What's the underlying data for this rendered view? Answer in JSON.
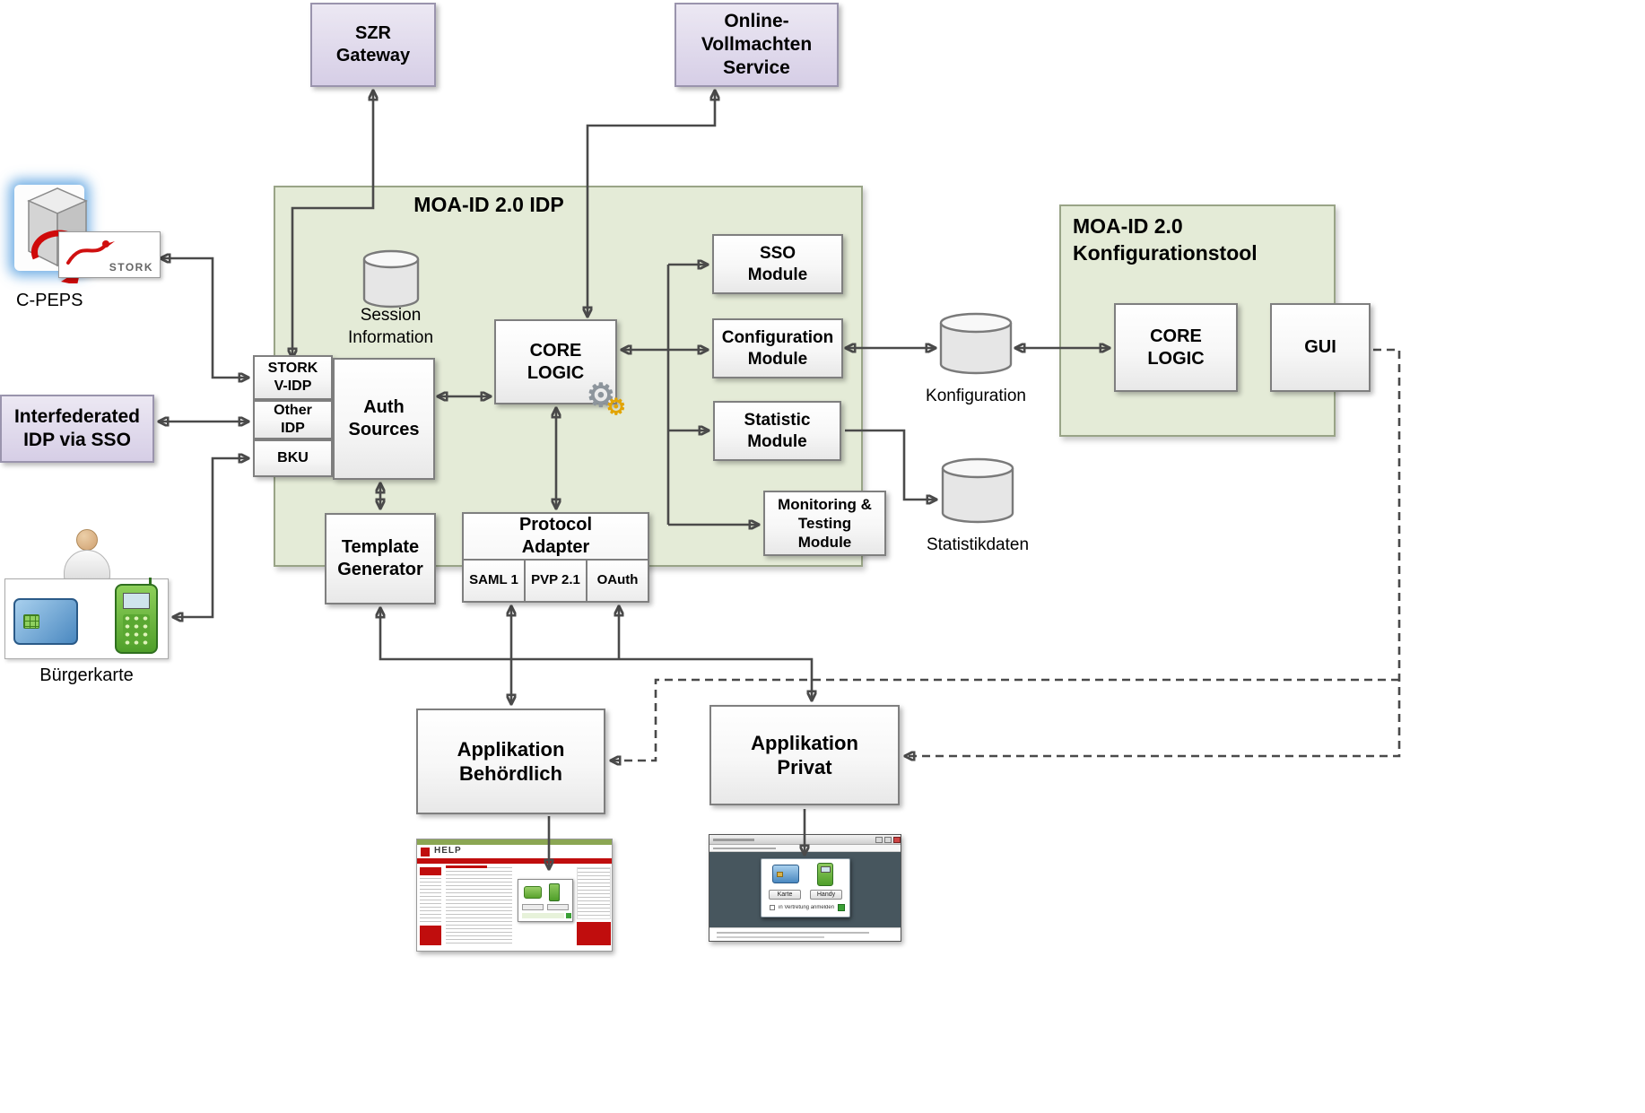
{
  "external": {
    "szr_gateway": "SZR\nGateway",
    "online_vollmachten": "Online-\nVollmachten\nService",
    "cpeps_label": "C-PEPS",
    "stork_logo": "STORK",
    "interfederated_idp": "Interfederated\nIDP via SSO",
    "buergerkarte_label": "Bürgerkarte"
  },
  "idp": {
    "title": "MOA-ID 2.0 IDP",
    "session_information": "Session\nInformation",
    "core_logic": "CORE\nLOGIC",
    "auth_sources": "Auth\nSources",
    "stork_vidp": "STORK\nV-IDP",
    "other_idp": "Other\nIDP",
    "bku": "BKU",
    "template_generator": "Template\nGenerator",
    "protocol_adapter": "Protocol\nAdapter",
    "protocols": [
      "SAML 1",
      "PVP 2.1",
      "OAuth"
    ],
    "sso_module": "SSO\nModule",
    "configuration_module": "Configuration\nModule",
    "statistic_module": "Statistic\nModule",
    "monitoring_module": "Monitoring &\nTesting\nModule"
  },
  "konfigtool": {
    "title": "MOA-ID 2.0\nKonfigurationstool",
    "core_logic": "CORE\nLOGIC",
    "gui": "GUI"
  },
  "datastores": {
    "konfiguration": "Konfiguration",
    "statistikdaten": "Statistikdaten"
  },
  "applications": {
    "behoerdlich": "Applikation\nBehördlich",
    "privat": "Applikation\nPrivat"
  },
  "screenshots": {
    "help_portal_title": "HELP",
    "login": {
      "karte_button": "Karte",
      "handy_button": "Handy",
      "checkbox_label": "in Vertretung anmelden"
    }
  },
  "colors": {
    "green_panel": "#e4ebd7",
    "purple_box": "#d9d2e7",
    "arrow": "#4a4a4a",
    "help_red": "#c00d0d",
    "card_blue": "#4a88c0",
    "phone_green": "#6ab33f"
  }
}
